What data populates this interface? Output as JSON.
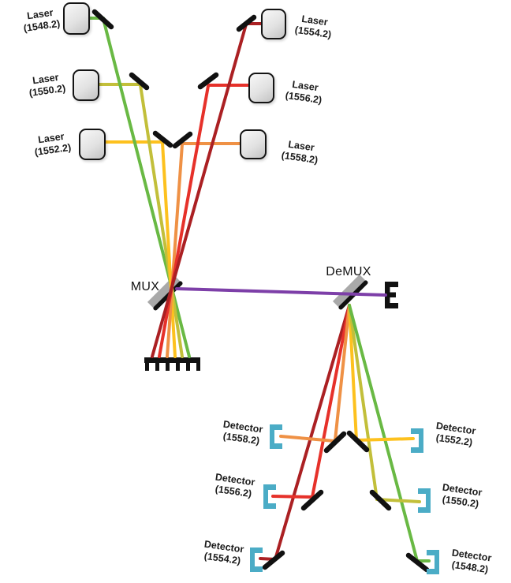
{
  "mux": {
    "label": "MUX"
  },
  "demux": {
    "label": "DeMUX"
  },
  "lasers": [
    {
      "name": "Laser",
      "wavelength": "(1548.2)"
    },
    {
      "name": "Laser",
      "wavelength": "(1550.2)"
    },
    {
      "name": "Laser",
      "wavelength": "(1552.2)"
    },
    {
      "name": "Laser",
      "wavelength": "(1554.2)"
    },
    {
      "name": "Laser",
      "wavelength": "(1556.2)"
    },
    {
      "name": "Laser",
      "wavelength": "(1558.2)"
    }
  ],
  "detectors": [
    {
      "name": "Detector",
      "wavelength": "(1558.2)"
    },
    {
      "name": "Detector",
      "wavelength": "(1556.2)"
    },
    {
      "name": "Detector",
      "wavelength": "(1554.2)"
    },
    {
      "name": "Detector",
      "wavelength": "(1552.2)"
    },
    {
      "name": "Detector",
      "wavelength": "(1550.2)"
    },
    {
      "name": "Detector",
      "wavelength": "(1548.2)"
    }
  ],
  "channels": {
    "c1548": "#69b944",
    "c1550": "#c2bf3a",
    "c1552": "#fdc11e",
    "c1554": "#ab2023",
    "c1556": "#e6312a",
    "c1558": "#ef9145",
    "link": "#7d3fa8",
    "detector": "#4bacc6",
    "mirror": "#111111",
    "device_fill": "#a9a9a9"
  }
}
